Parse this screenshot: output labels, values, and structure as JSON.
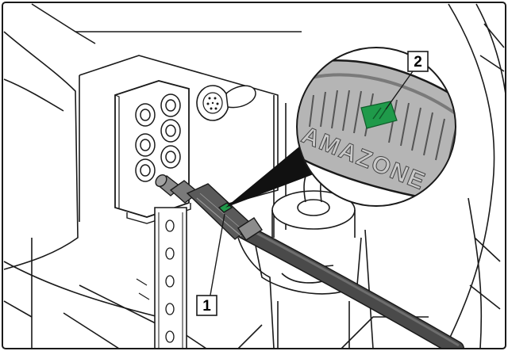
{
  "figure": {
    "callouts": [
      {
        "id": "1"
      },
      {
        "id": "2"
      }
    ],
    "brand_lettering": "AMAZONE",
    "colors": {
      "line": "#1a1a1a",
      "hose": "#4a4a4a",
      "hose_highlight": "#6e6e6e",
      "coupling": "#8c8c8c",
      "coupling_dark": "#5a5a5a",
      "marker_green": "#1f9a4a",
      "magnifier_fill": "#b5b5b5",
      "background": "#ffffff"
    },
    "icons": [
      "hydraulic-socket-block-icon",
      "dust-cap-icon",
      "magnifier-icon",
      "colour-marker-icon"
    ]
  }
}
